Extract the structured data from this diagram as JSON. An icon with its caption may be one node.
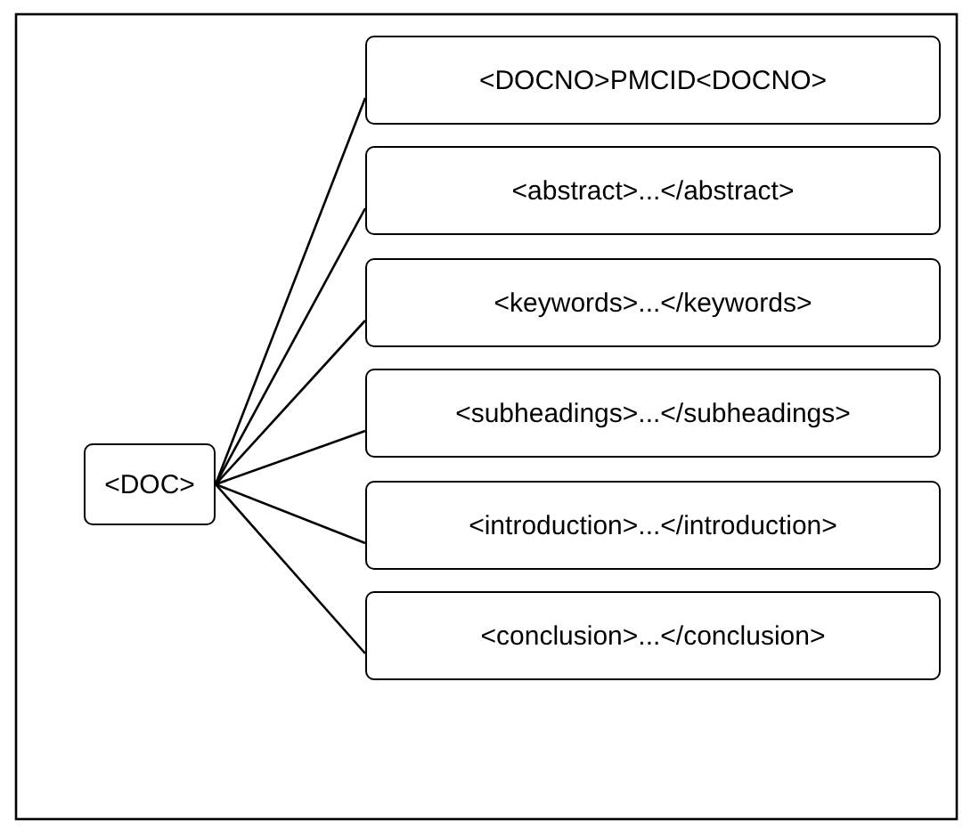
{
  "diagram": {
    "nodes": [
      {
        "text": [
          "<DOC>"
        ]
      },
      {
        "text": [
          "<DOCNO>PMCID<DOCNO>"
        ]
      },
      {
        "text": [
          "<abstract>...</abstract>"
        ]
      },
      {
        "text": [
          "<keywords>...</keywords>"
        ]
      },
      {
        "text": [
          "<subheadings>...</subheadings>"
        ]
      },
      {
        "text": [
          "<introduction>...</introduction>"
        ]
      },
      {
        "text": [
          "<conclusion>...</conclusion>"
        ]
      }
    ],
    "edges": [
      {
        "from": 0,
        "to": 1,
        "arrow": "none"
      },
      {
        "from": 0,
        "to": 2,
        "arrow": "none"
      },
      {
        "from": 0,
        "to": 3,
        "arrow": "none"
      },
      {
        "from": 0,
        "to": 4,
        "arrow": "none"
      },
      {
        "from": 0,
        "to": 5,
        "arrow": "none"
      },
      {
        "from": 0,
        "to": 6,
        "arrow": "none"
      }
    ]
  }
}
